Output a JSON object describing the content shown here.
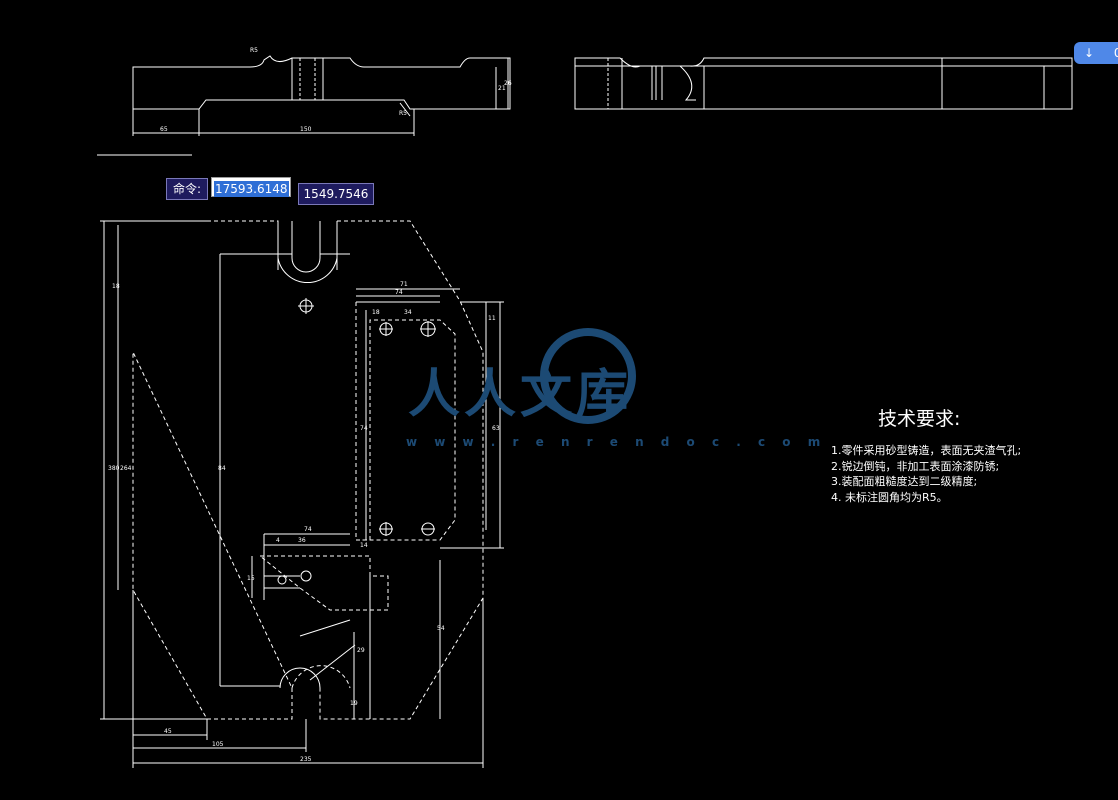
{
  "command": {
    "label": "命令:",
    "x_value": "17593.6148",
    "y_value": "1549.7546"
  },
  "corner_button": {
    "icon": "arrow-down-icon",
    "text": "0"
  },
  "technical_requirements": {
    "title": "技术要求:",
    "items": [
      "1.零件采用砂型铸造，表面无夹渣气孔;",
      "2.锐边倒钝，非加工表面涂漆防锈;",
      "3.装配面粗糙度达到二级精度;",
      "4. 未标注圆角均为R5。"
    ]
  },
  "watermark": {
    "text": "人人文库",
    "url": "w w w . r e n r e n d o c . c o m"
  },
  "colors": {
    "background": "#000000",
    "lines": "#ffffff",
    "prompt_bg": "#1e1b5e",
    "highlight": "#2f6fd6",
    "watermark": "#1c4a74"
  }
}
